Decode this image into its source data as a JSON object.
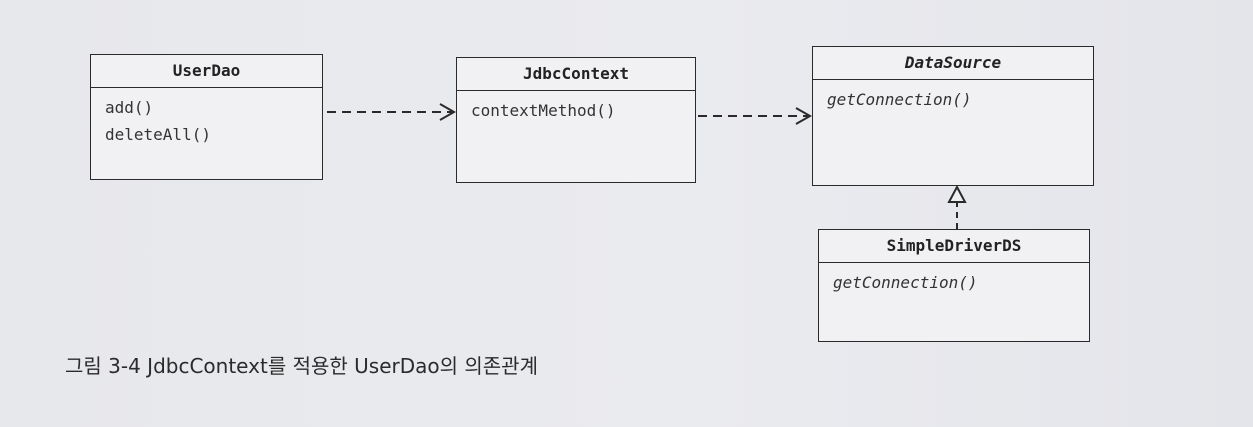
{
  "classes": {
    "userdao": {
      "name": "UserDao",
      "methods": [
        "add()",
        "deleteAll()"
      ]
    },
    "jdbccontext": {
      "name": "JdbcContext",
      "methods": [
        "contextMethod()"
      ]
    },
    "datasource": {
      "name": "DataSource",
      "methods": [
        "getConnection()"
      ]
    },
    "simpledriverds": {
      "name": "SimpleDriverDS",
      "methods": [
        "getConnection()"
      ]
    }
  },
  "relations": [
    {
      "from": "UserDao",
      "to": "JdbcContext",
      "type": "dependency"
    },
    {
      "from": "JdbcContext",
      "to": "DataSource",
      "type": "dependency"
    },
    {
      "from": "SimpleDriverDS",
      "to": "DataSource",
      "type": "realization"
    }
  ],
  "caption": "그림 3-4 JdbcContext를 적용한 UserDao의 의존관계",
  "colors": {
    "line": "#2a2a2a",
    "box_fill": "#f1f1f4",
    "page": "#e9e9ec"
  }
}
